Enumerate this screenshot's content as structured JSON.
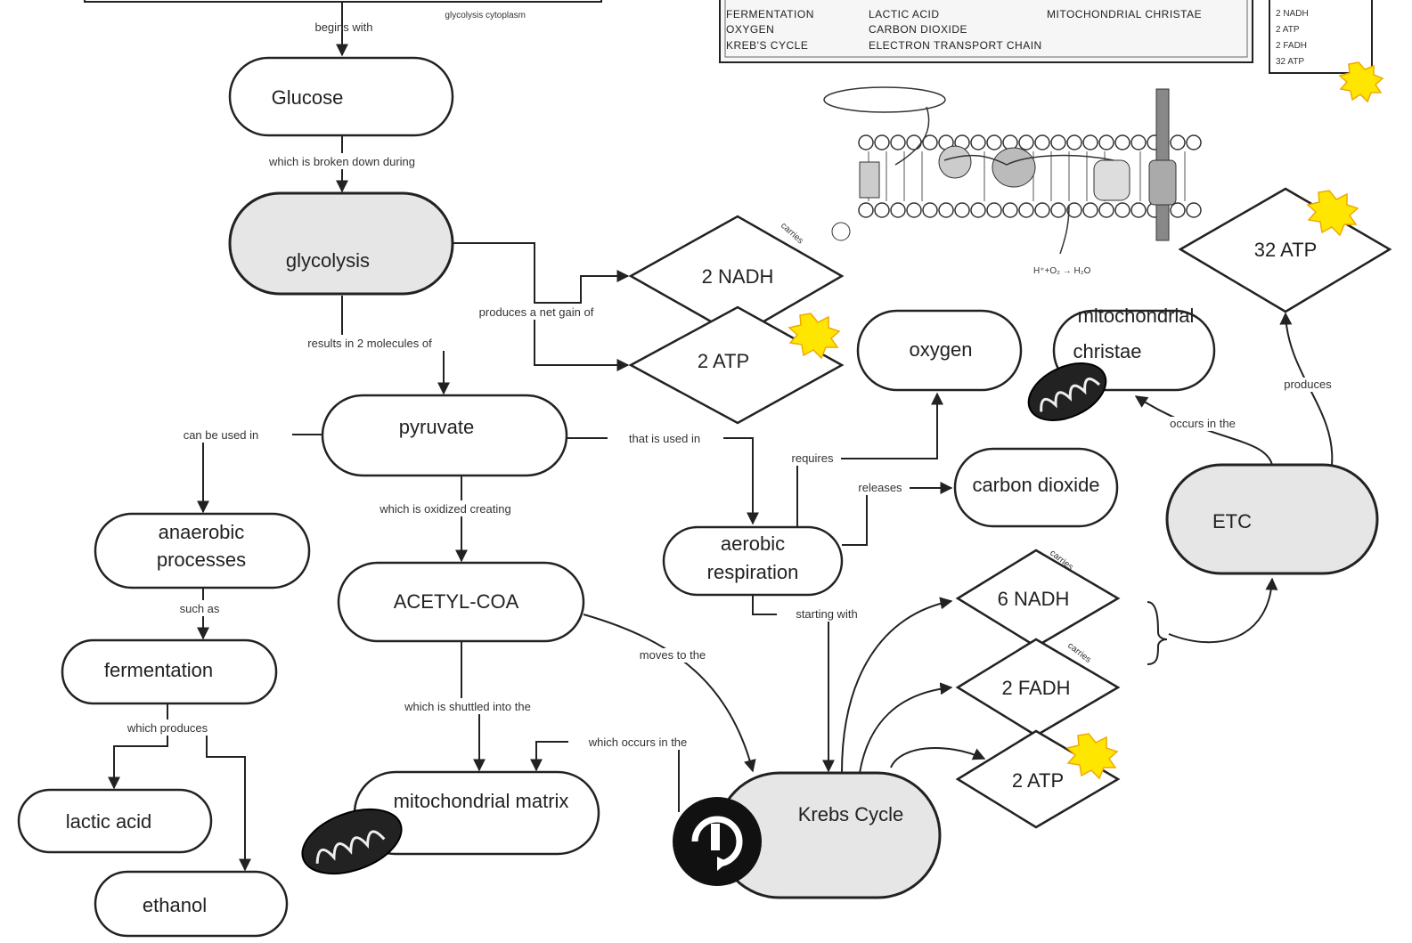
{
  "nodes": {
    "glucose": "Glucose",
    "glycolysis": "glycolysis",
    "pyruvate": "pyruvate",
    "anaerobic1": "anaerobic",
    "anaerobic2": "processes",
    "fermentation": "fermentation",
    "lactic_acid": "lactic acid",
    "ethanol": "ethanol",
    "acetyl_coa": "ACETYL-COA",
    "mito_matrix": "mitochondrial matrix",
    "krebs": "Krebs Cycle",
    "aerobic1": "aerobic",
    "aerobic2": "respiration",
    "oxygen": "oxygen",
    "cristae1": "mitochondrial",
    "cristae2": "christae",
    "co2": "carbon dioxide",
    "etc": "ETC",
    "nadh_glyco": "2 NADH",
    "atp_glyco": "2 ATP",
    "nadh_krebs": "6 NADH",
    "fadh_krebs": "2 FADH",
    "atp_krebs": "2 ATP",
    "atp_etc": "32 ATP"
  },
  "links": {
    "top": "begins with",
    "glucose_glycolysis": "which is broken down during",
    "glycolysis_products": "produces a net gain of",
    "glycolysis_pyruvate": "results in 2 molecules of",
    "pyruvate_anaerobic": "can be used in",
    "pyruvate_aerobic": "that is used in",
    "pyruvate_acetyl": "which is oxidized creating",
    "anaerobic_fermentation": "such as",
    "fermentation_products": "which produces",
    "acetyl_matrix": "which is shuttled into the",
    "krebs_matrix": "which occurs in the",
    "acetyl_krebs": "moves to the",
    "aerobic_oxygen": "requires",
    "aerobic_co2": "releases",
    "aerobic_krebs": "starting with",
    "etc_cristae": "occurs in the",
    "etc_atp": "produces",
    "krebs_nadh": "carries",
    "krebs_fadh": "carries",
    "glyco_nadh": "carries"
  },
  "word_bank": {
    "col1": [
      "FERMENTATION",
      "OXYGEN",
      "KREB'S CYCLE"
    ],
    "col2": [
      "LACTIC ACID",
      "CARBON DIOXIDE",
      "ELECTRON TRANSPORT CHAIN"
    ],
    "col3": [
      "MITOCHONDRIAL CHRISTAE"
    ],
    "top_snippet": "glycolysis cytoplasm"
  },
  "atp_tally": [
    "2 NADH",
    "2 ATP",
    "2 FADH",
    "32 ATP"
  ],
  "colors": {
    "shade": "#e6e6e6",
    "burst": "#ffe600",
    "burst_stroke": "#f0a800",
    "line": "#222222"
  }
}
